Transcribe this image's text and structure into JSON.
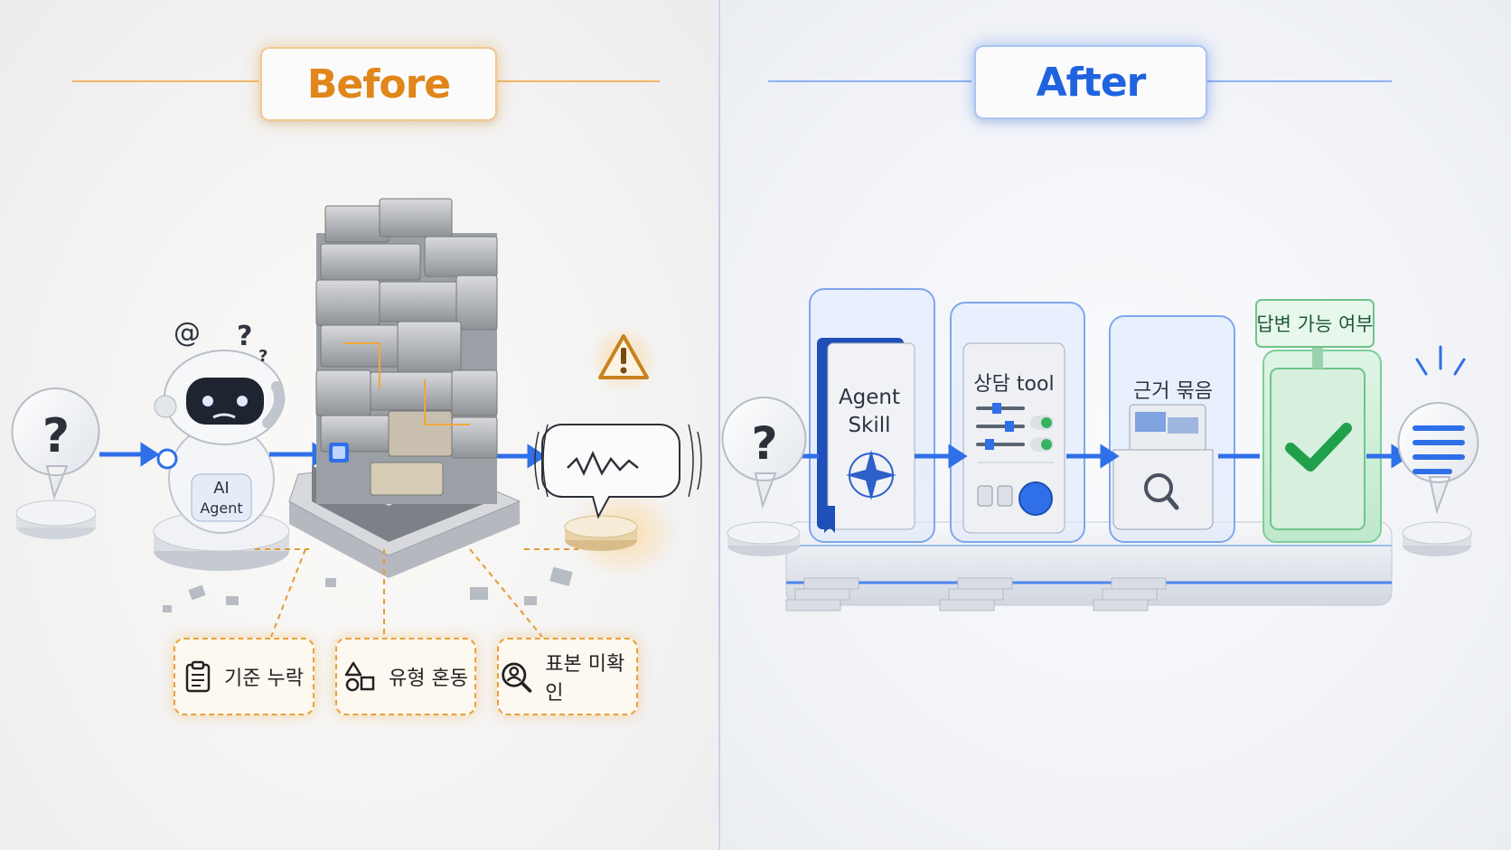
{
  "before": {
    "title": "Before",
    "agent_label_line1": "AI",
    "agent_label_line2": "Agent",
    "tags": [
      {
        "label": "기준 누락",
        "icon": "clipboard-icon"
      },
      {
        "label": "유형 혼동",
        "icon": "shapes-icon"
      },
      {
        "label": "표본 미확인",
        "icon": "user-search-icon"
      }
    ]
  },
  "after": {
    "title": "After",
    "steps": [
      {
        "label_line1": "Agent",
        "label_line2": "Skill",
        "icon": "book-compass-icon"
      },
      {
        "label": "상담 tool",
        "icon": "control-panel-icon"
      },
      {
        "label": "근거 묶음",
        "icon": "folder-search-icon"
      },
      {
        "label": "답변 가능 여부",
        "icon": "check-icon"
      }
    ]
  },
  "colors": {
    "before_accent": "#e0861a",
    "after_accent": "#1f63e0",
    "check_green": "#2aa853",
    "flow_blue": "#2f6fe8"
  }
}
